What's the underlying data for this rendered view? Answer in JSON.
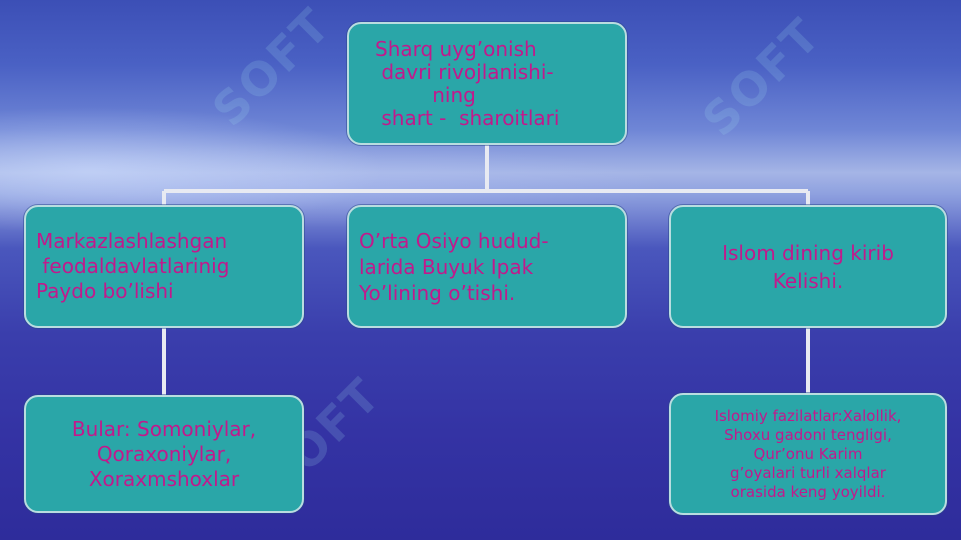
{
  "diagram": {
    "root": {
      "text": "Sharq uyg’onish\n davri rivojlanishi-\n         ning\n shart -  sharoitlari"
    },
    "children": [
      {
        "text": "Markazlashlashgan\n feodaldavlatlarinig\nPaydo bo’lishi"
      },
      {
        "text": "O’rta Osiyo hudud-\nlarida Buyuk Ipak\nYo’lining o’tishi."
      },
      {
        "text": "Islom dining kirib\nKelishi."
      }
    ],
    "grandchildren": [
      {
        "text": "Bular: Somoniylar,\nQoraxoniylar,\nXoraxmshoxlar"
      },
      {
        "text": "Islomiy fazilatlar:Xalollik,\nShoxu gadoni tengligi,\nQur’onu Karim\ng’oyalari turli xalqlar\norasida keng yoyildi."
      }
    ]
  },
  "watermark": {
    "text": "SOFT"
  },
  "colors": {
    "box_fill": "#2aa6a8",
    "box_border": "#b9dde0",
    "text": "#c2198c",
    "connector": "#e8eaf2",
    "background": "#3433a4"
  }
}
